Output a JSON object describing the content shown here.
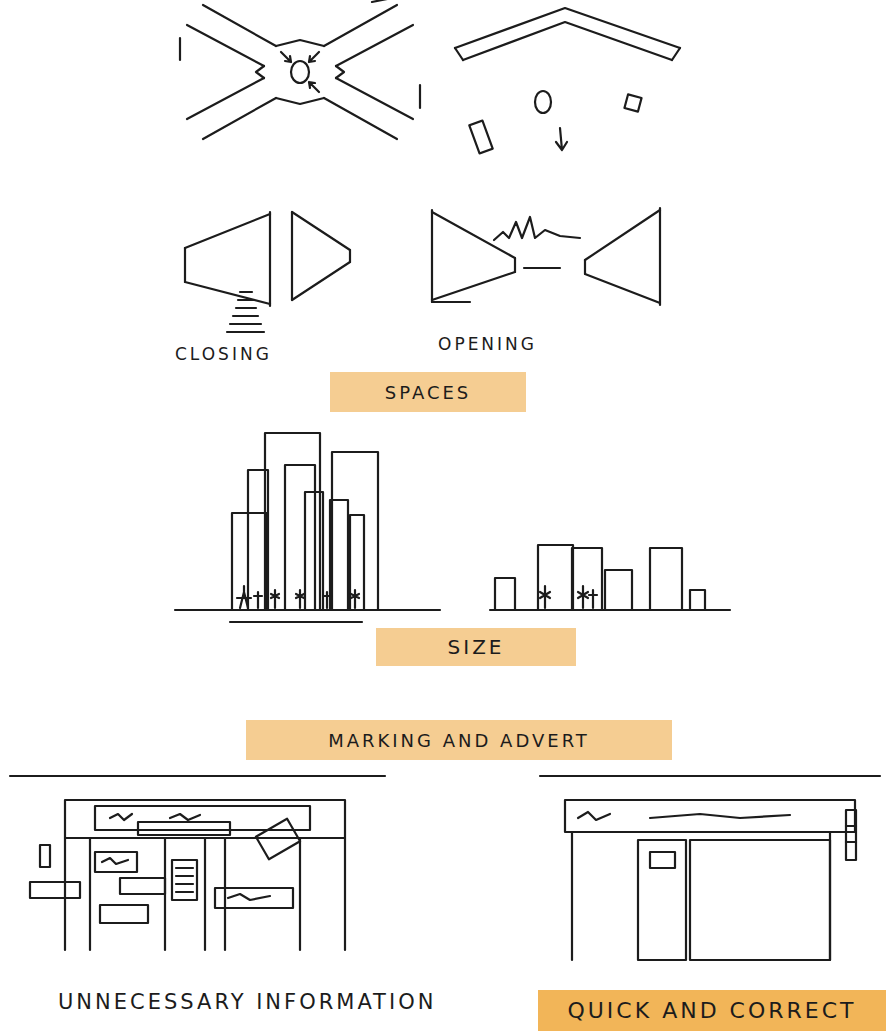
{
  "diagram": {
    "nodes": [
      {
        "text": [
          "SPACES"
        ]
      },
      {
        "text": [
          "SIZE"
        ]
      },
      {
        "text": [
          "MARKING AND ADVERT"
        ]
      },
      {
        "text": [
          "QUICK AND CORRECT"
        ]
      }
    ],
    "labels": [
      "CLOSING",
      "OPENING",
      "UNNECESSARY INFORMATION"
    ]
  }
}
